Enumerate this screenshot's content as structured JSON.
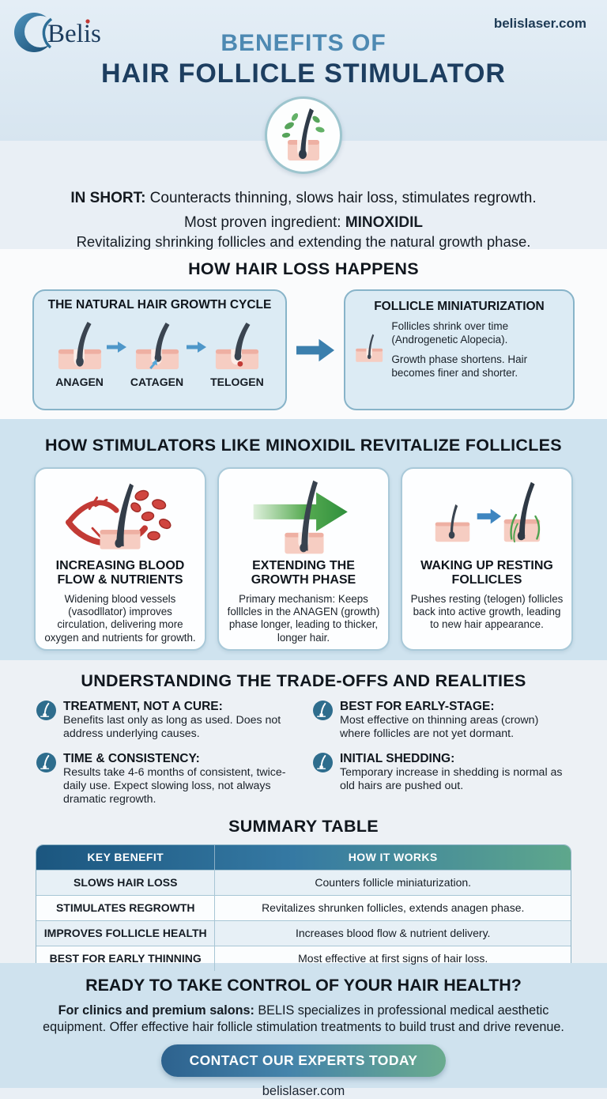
{
  "header": {
    "logo_text": "Belis",
    "site_url": "belislaser.com",
    "title_line1": "BENEFITS OF",
    "title_line2": "HAIR FOLLICLE STIMULATOR"
  },
  "summary": {
    "in_short_label": "IN SHORT:",
    "in_short_text": " Counteracts thinning, slows hair loss, stimulates regrowth.",
    "ingredient_prefix": "Most proven ingredient: ",
    "ingredient_name": "MINOXIDIL",
    "ingredient_desc": "Revitalizing shrinking follicles and extending the natural growth phase."
  },
  "hair_loss": {
    "heading": "HOW HAIR LOSS HAPPENS",
    "cycle_box": {
      "title": "THE NATURAL HAIR GROWTH CYCLE",
      "stages": [
        "ANAGEN",
        "CATAGEN",
        "TELOGEN"
      ]
    },
    "miniaturization_box": {
      "title": "FOLLICLE MINIATURIZATION",
      "para1": "Follicles shrink over time (Androgenetic Alopecia).",
      "para2": "Growth phase shortens. Hair becomes finer and shorter."
    }
  },
  "stimulators": {
    "heading": "HOW STIMULATORS LIKE MINOXIDIL REVITALIZE FOLLICLES",
    "cards": [
      {
        "icon": "blood-flow-icon",
        "title": "INCREASING BLOOD FLOW & NUTRIENTS",
        "body": "Widening blood vessels (vasodllator) improves circulation, delivering more oxygen and nutrients for growth."
      },
      {
        "icon": "growth-arrow-icon",
        "title": "EXTENDING THE GROWTH PHASE",
        "body": "Primary mechanism: Keeps folllcles in the ANAGEN (growth) phase longer, leading to thicker, longer hair."
      },
      {
        "icon": "waking-follicles-icon",
        "title": "WAKING UP RESTING FOLLICLES",
        "body": "Pushes resting (telogen) follicles back into active growth, leading to new hair appearance."
      }
    ]
  },
  "tradeoffs": {
    "heading": "UNDERSTANDING THE TRADE-OFFS AND REALITIES",
    "items": [
      {
        "title": "TREATMENT, NOT A CURE:",
        "body": "Benefits last only as long as used. Does not address underlying causes."
      },
      {
        "title": "BEST FOR EARLY-STAGE:",
        "body": "Most effective on thinning areas (crown) where follicles are not yet dormant."
      },
      {
        "title": "TIME & CONSISTENCY:",
        "body": "Results take 4-6 months of consistent, twice-daily use. Expect slowing loss, not always dramatic regrowth."
      },
      {
        "title": "INITIAL SHEDDING:",
        "body": "Temporary increase in shedding is normal as old hairs are pushed out."
      }
    ]
  },
  "summary_table": {
    "heading": "SUMMARY TABLE",
    "columns": [
      "KEY BENEFIT",
      "HOW IT WORKS"
    ],
    "rows": [
      [
        "SLOWS HAIR LOSS",
        "Counters follicle miniaturization."
      ],
      [
        "STIMULATES REGROWTH",
        "Revitalizes shrunken follicles, extends anagen phase."
      ],
      [
        "IMPROVES FOLLICLE HEALTH",
        "Increases blood flow & nutrient delivery."
      ],
      [
        "BEST FOR EARLY THINNING",
        "Most effective at first signs of hair loss."
      ]
    ]
  },
  "footer": {
    "heading": "READY TO TAKE CONTROL OF YOUR HAIR HEALTH?",
    "body_bold": "For clinics and premium salons:",
    "body_rest": " BELIS specializes in professional medical aesthetic equipment. Offer effective hair follicle stimulation treatments to build trust and drive revenue.",
    "cta_label": "CONTACT OUR EXPERTS TODAY",
    "site_url": "belislaser.com"
  },
  "colors": {
    "navy": "#1d3e60",
    "steel_blue": "#4d89b2",
    "section_blue": "#cfe3ef",
    "box_blue": "#dcebf4",
    "table_header_left": "#1b567f",
    "table_header_right": "#5ea78c",
    "cta_start": "#2d628e",
    "cta_end": "#6aab8e",
    "vessel_red": "#c23a35",
    "leaf_green": "#57a45b"
  }
}
